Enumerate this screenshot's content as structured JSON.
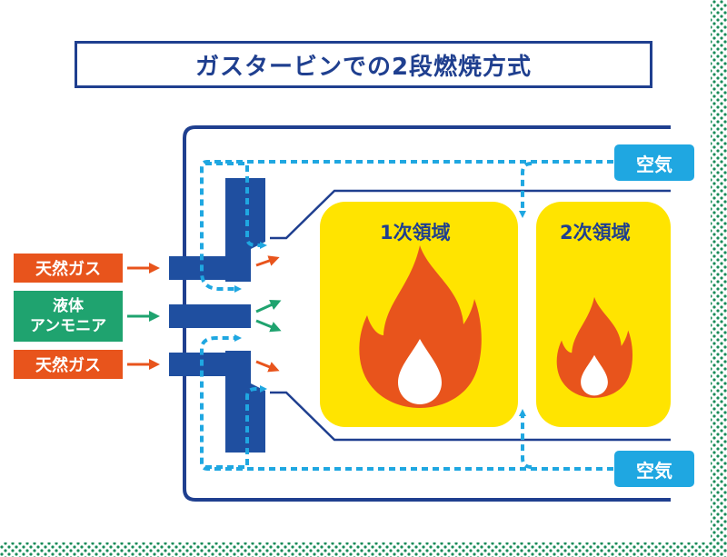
{
  "title": "ガスタービンでの2段燃焼方式",
  "inputs": {
    "gas_top": "天然ガス",
    "ammonia_line1": "液体",
    "ammonia_line2": "アンモニア",
    "gas_bottom": "天然ガス"
  },
  "air": {
    "top": "空気",
    "bottom": "空気"
  },
  "zones": {
    "primary": "1次領域",
    "secondary": "2次領域"
  },
  "colors": {
    "navy": "#1f3f8f",
    "gas": "#e8541c",
    "ammonia": "#1fa36f",
    "air": "#1fa7e1",
    "zone_fill": "#ffe400",
    "flame": "#e8541c",
    "dots": "#1a8c5a"
  }
}
